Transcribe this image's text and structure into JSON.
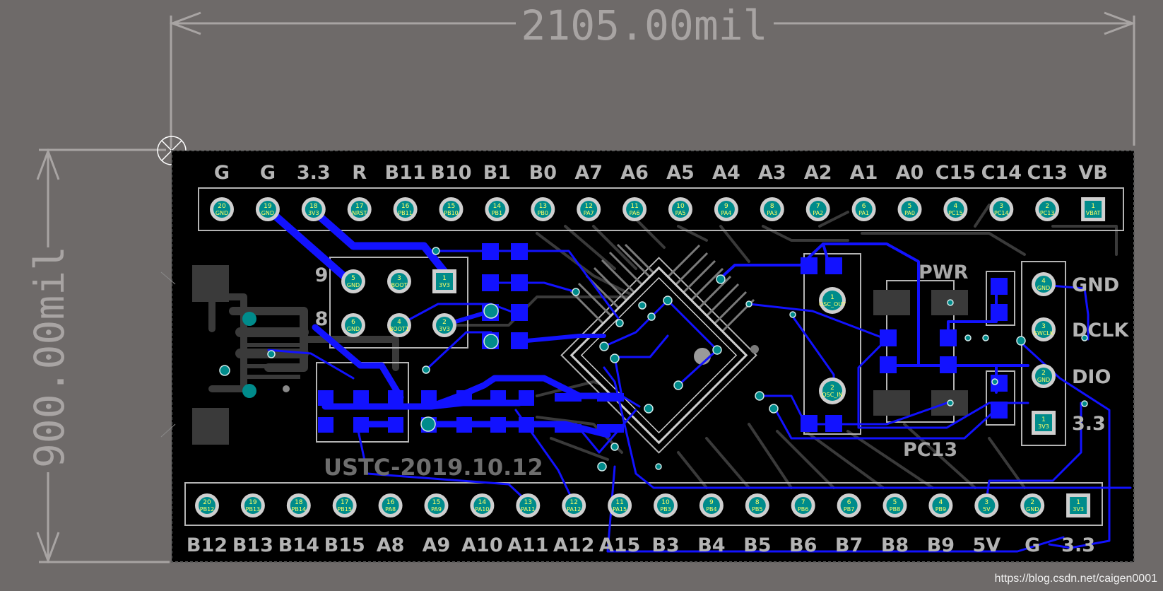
{
  "dimensions": {
    "width_label": "2105.00mil",
    "height_label": "900.00mil"
  },
  "board": {
    "top_labels": [
      "G",
      "G",
      "3.3",
      "R",
      "B11",
      "B10",
      "B1",
      "B0",
      "A7",
      "A6",
      "A5",
      "A4",
      "A3",
      "A2",
      "A1",
      "A0",
      "C15",
      "C14",
      "C13",
      "VB"
    ],
    "top_pins": [
      {
        "n": "20",
        "net": "GND"
      },
      {
        "n": "19",
        "net": "GND"
      },
      {
        "n": "18",
        "net": "3V3"
      },
      {
        "n": "17",
        "net": "NRST"
      },
      {
        "n": "16",
        "net": "PB11"
      },
      {
        "n": "15",
        "net": "PB10"
      },
      {
        "n": "14",
        "net": "PB1"
      },
      {
        "n": "13",
        "net": "PB0"
      },
      {
        "n": "12",
        "net": "PA7"
      },
      {
        "n": "11",
        "net": "PA6"
      },
      {
        "n": "10",
        "net": "PA5"
      },
      {
        "n": "9",
        "net": "PA4"
      },
      {
        "n": "8",
        "net": "PA3"
      },
      {
        "n": "7",
        "net": "PA2"
      },
      {
        "n": "6",
        "net": "PA1"
      },
      {
        "n": "5",
        "net": "PA0"
      },
      {
        "n": "4",
        "net": "PC15"
      },
      {
        "n": "3",
        "net": "PC14"
      },
      {
        "n": "2",
        "net": "PC13"
      },
      {
        "n": "1",
        "net": "VBAT"
      }
    ],
    "bottom_labels": [
      "B12",
      "B13",
      "B14",
      "B15",
      "A8",
      "A9",
      "A10",
      "A11",
      "A12",
      "A15",
      "B3",
      "B4",
      "B5",
      "B6",
      "B7",
      "B8",
      "B9",
      "5V",
      "G",
      "3.3"
    ],
    "bottom_pins": [
      {
        "n": "20",
        "net": "PB12"
      },
      {
        "n": "19",
        "net": "PB13"
      },
      {
        "n": "18",
        "net": "PB14"
      },
      {
        "n": "17",
        "net": "PB15"
      },
      {
        "n": "16",
        "net": "PA8"
      },
      {
        "n": "15",
        "net": "PA9"
      },
      {
        "n": "14",
        "net": "PA10"
      },
      {
        "n": "13",
        "net": "PA11"
      },
      {
        "n": "12",
        "net": "PA12"
      },
      {
        "n": "11",
        "net": "PA15"
      },
      {
        "n": "10",
        "net": "PB3"
      },
      {
        "n": "9",
        "net": "PB4"
      },
      {
        "n": "8",
        "net": "PB5"
      },
      {
        "n": "7",
        "net": "PB6"
      },
      {
        "n": "6",
        "net": "PB7"
      },
      {
        "n": "5",
        "net": "PB8"
      },
      {
        "n": "4",
        "net": "PB9"
      },
      {
        "n": "3",
        "net": "5V"
      },
      {
        "n": "2",
        "net": "GND"
      },
      {
        "n": "1",
        "net": "3V3"
      }
    ],
    "boot_header": [
      {
        "n": "5",
        "net": "GND"
      },
      {
        "n": "3",
        "net": "BOOT"
      },
      {
        "n": "1",
        "net": "3V3"
      },
      {
        "n": "6",
        "net": "GND"
      },
      {
        "n": "4",
        "net": "BOOT1"
      },
      {
        "n": "2",
        "net": "3V3"
      }
    ],
    "boot_side_labels": [
      "9",
      "8"
    ],
    "osc_pins": [
      {
        "n": "1",
        "net": "OSC_OUT"
      },
      {
        "n": "2",
        "net": "OSC_IN"
      }
    ],
    "swd_pins": [
      {
        "n": "4",
        "net": "GND"
      },
      {
        "n": "3",
        "net": "SWCLK"
      },
      {
        "n": "2",
        "net": "GND"
      },
      {
        "n": "1",
        "net": "3V3"
      }
    ],
    "swd_labels": [
      "GND",
      "DCLK",
      "DIO",
      "3.3"
    ],
    "pwr_label": "PWR",
    "pc13_label": "PC13",
    "board_text": "USTC-2019.10.12"
  },
  "watermark": "https://blog.csdn.net/caigen0001",
  "colors": {
    "background": "#6e6a69",
    "board": "#000000",
    "copper_top": "#1212ff",
    "copper_pour": "#3a3a3a",
    "pad": "#008b8b",
    "overlay": "#b4b4b4",
    "silk_text": "#ffff66"
  }
}
